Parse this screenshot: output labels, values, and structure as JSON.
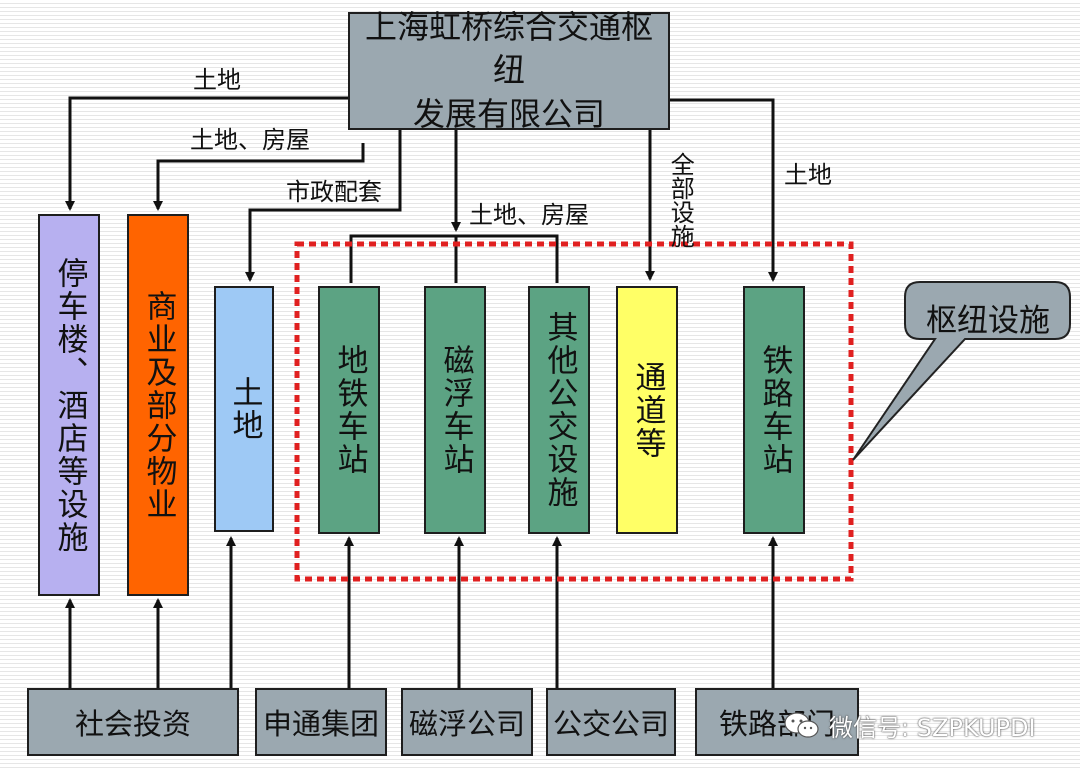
{
  "top": {
    "line1": "上海虹桥综合交通枢纽",
    "line2": "发展有限公司"
  },
  "facilities": {
    "parking": "停车楼、酒店等设施",
    "commercial": "商业及部分物业",
    "land": "土地",
    "metro": "地铁车站",
    "maglev": "磁浮车站",
    "bus": "其他公交设施",
    "passage": "通道等",
    "railway": "铁路车站"
  },
  "investors": {
    "social": "社会投资",
    "shentong": "申通集团",
    "maglev_co": "磁浮公司",
    "bus_co": "公交公司",
    "rail_dept": "铁路部门"
  },
  "edge_labels": {
    "land_parking": "土地",
    "land_housing_commercial": "土地、房屋",
    "municipal": "市政配套",
    "land_housing_stations": "土地、房屋",
    "all_facilities": "全部设施",
    "land_rail": "土地"
  },
  "callout": "枢纽设施",
  "watermark": "微信号: SZPKUPDI",
  "colors": {
    "top_box": "#9ba8b0",
    "parking": "#b7b0f0",
    "commercial": "#ff6400",
    "land": "#9ec9f5",
    "station_green": "#5ca383",
    "passage": "#ffff66",
    "investor_box": "#9ba8b0",
    "dashed_frame": "#e02020",
    "callout": "#9ba8b0"
  }
}
